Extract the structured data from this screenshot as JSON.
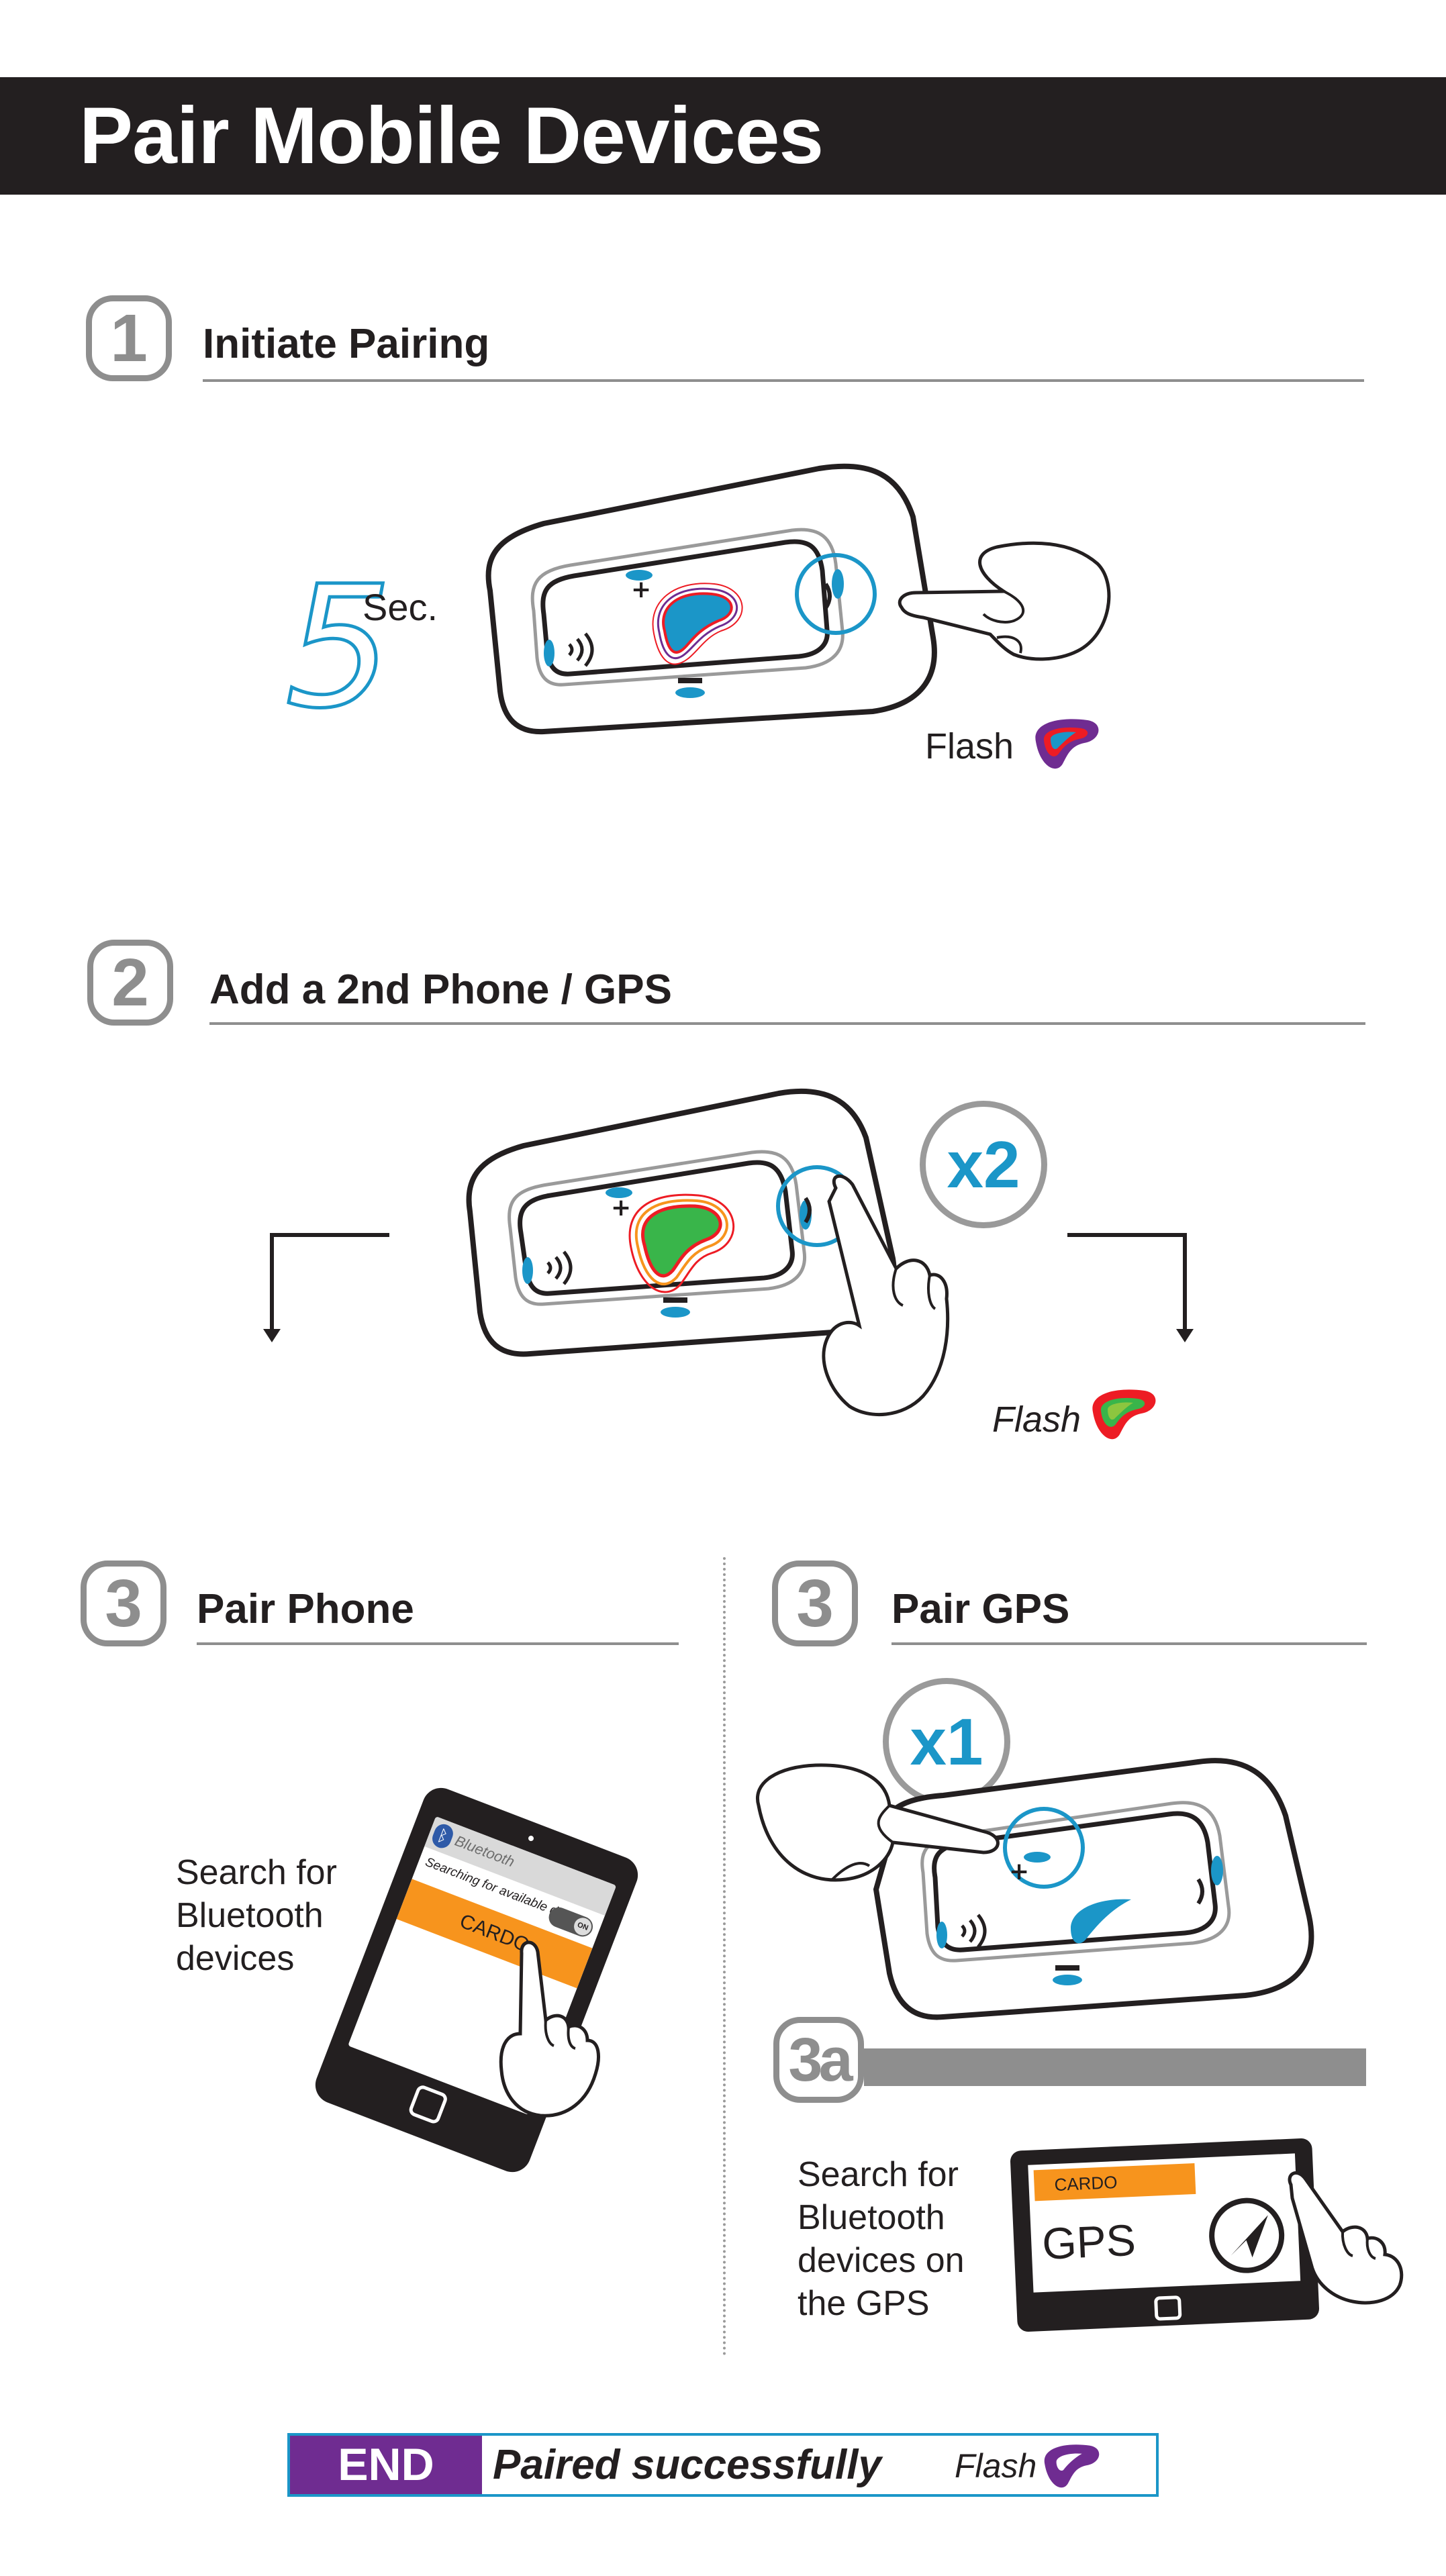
{
  "header": {
    "title": "Pair Mobile Devices"
  },
  "step1": {
    "number": "1",
    "title": "Initiate Pairing",
    "hold_value": "5",
    "hold_unit": "Sec.",
    "flash_label": "Flash"
  },
  "step2": {
    "number": "2",
    "title": "Add a 2nd Phone / GPS",
    "press_count": "x2",
    "flash_label": "Flash"
  },
  "step3_phone": {
    "number": "3",
    "title": "Pair Phone",
    "instruction_lines": [
      "Search for",
      "Bluetooth",
      "devices"
    ],
    "screen": {
      "header": "Bluetooth",
      "status": "Searching for available devices",
      "toggle": "ON",
      "device": "CARDO"
    }
  },
  "step3_gps": {
    "number": "3",
    "title": "Pair GPS",
    "press_count": "x1",
    "substep": "3a",
    "instruction_lines": [
      "Search for",
      "Bluetooth",
      "devices on",
      "the GPS"
    ],
    "screen": {
      "device": "CARDO",
      "label": "GPS"
    }
  },
  "end": {
    "tag": "END",
    "message": "Paired successfully",
    "flash_label": "Flash"
  },
  "colors": {
    "header_bg": "#231f20",
    "accent_blue": "#1b96c8",
    "step_gray": "#8e8e8e",
    "end_purple": "#6f2c91",
    "cardo_orange": "#f7941d",
    "led_green": "#39b54a",
    "led_red": "#ed1c24"
  },
  "icons": [
    "headset-unit-icon",
    "hand-press-icon",
    "led-flash-icon",
    "smartphone-icon",
    "gps-device-icon",
    "arrow-down-icon"
  ]
}
